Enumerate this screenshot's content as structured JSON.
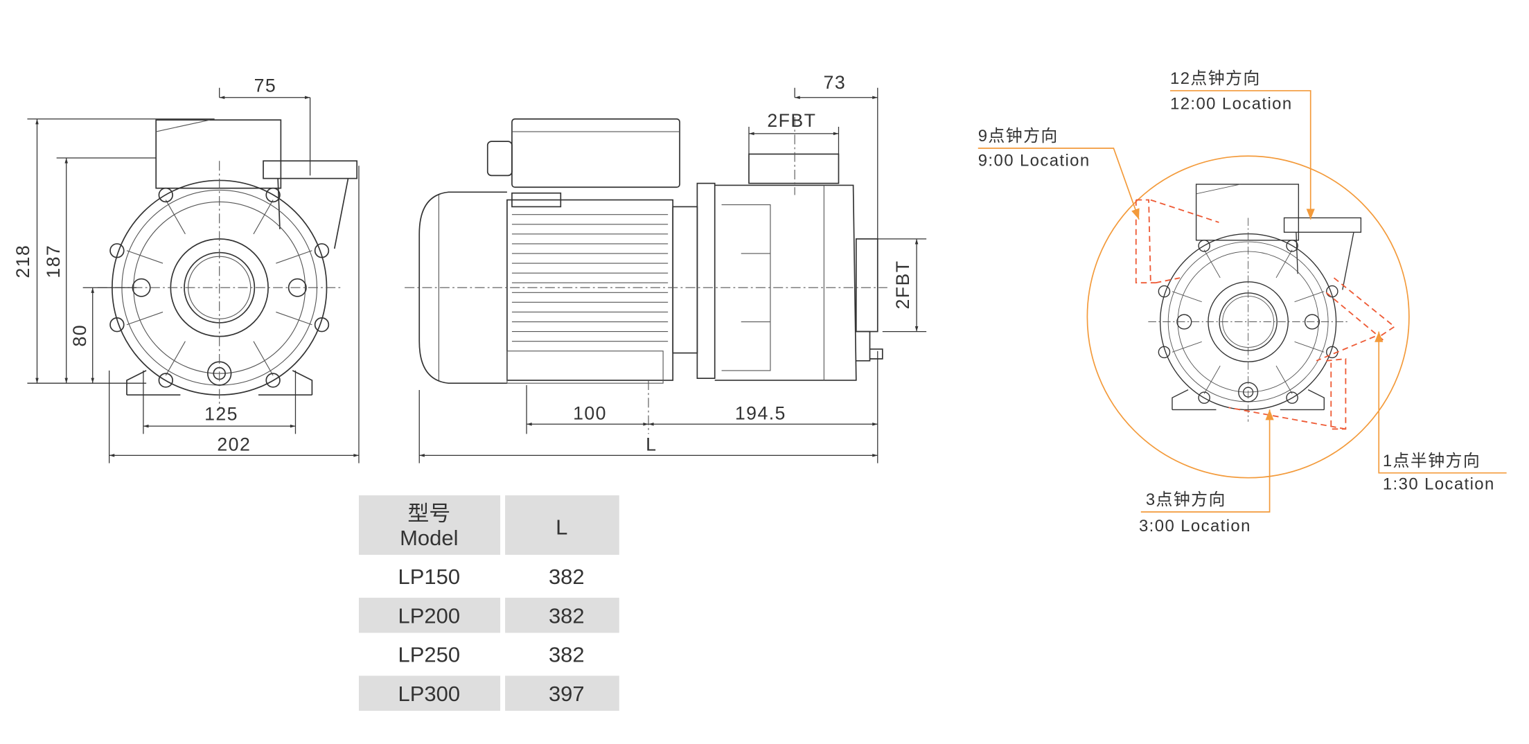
{
  "front_view": {
    "dim_top": "75",
    "dim_218": "218",
    "dim_187": "187",
    "dim_80": "80",
    "dim_125": "125",
    "dim_202": "202"
  },
  "side_view": {
    "dim_73": "73",
    "dim_2fbt_top": "2FBT",
    "dim_2fbt_side": "2FBT",
    "dim_100": "100",
    "dim_194_5": "194.5",
    "dim_L": "L"
  },
  "orientation": {
    "loc_12": {
      "cn": "12点钟方向",
      "en": "12:00 Location"
    },
    "loc_9": {
      "cn": "9点钟方向",
      "en": "9:00 Location"
    },
    "loc_130": {
      "cn": "1点半钟方向",
      "en": "1:30 Location"
    },
    "loc_3": {
      "cn": "3点钟方向",
      "en": "3:00 Location"
    },
    "accent_color": "#f39a3a",
    "dashed_color": "#ee5a35"
  },
  "table": {
    "header_model_cn": "型号",
    "header_model_en": "Model",
    "header_L": "L",
    "rows": [
      {
        "model": "LP150",
        "L": "382"
      },
      {
        "model": "LP200",
        "L": "382"
      },
      {
        "model": "LP250",
        "L": "382"
      },
      {
        "model": "LP300",
        "L": "397"
      }
    ]
  }
}
